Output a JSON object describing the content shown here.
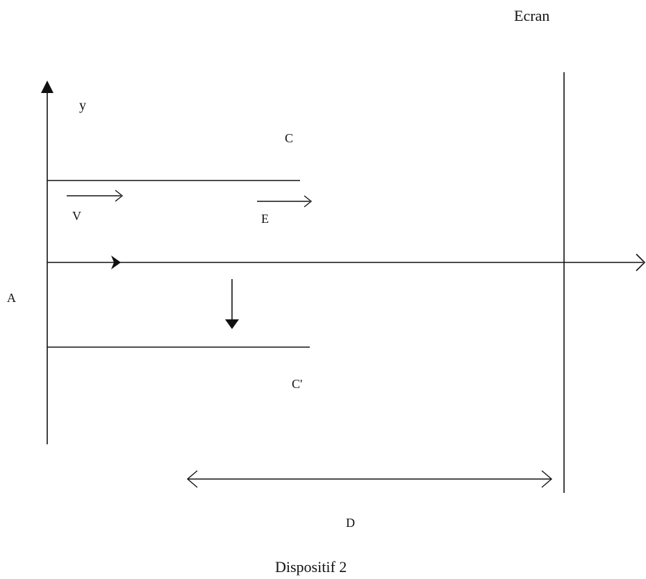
{
  "labels": {
    "screen": "Ecran",
    "y_axis": "y",
    "plate_top": "C",
    "velocity": "V",
    "field": "E",
    "point_a": "A",
    "plate_bottom": "C'",
    "distance": "D",
    "caption": "Dispositif 2"
  },
  "colors": {
    "ink": "#111111",
    "background": "#ffffff"
  }
}
